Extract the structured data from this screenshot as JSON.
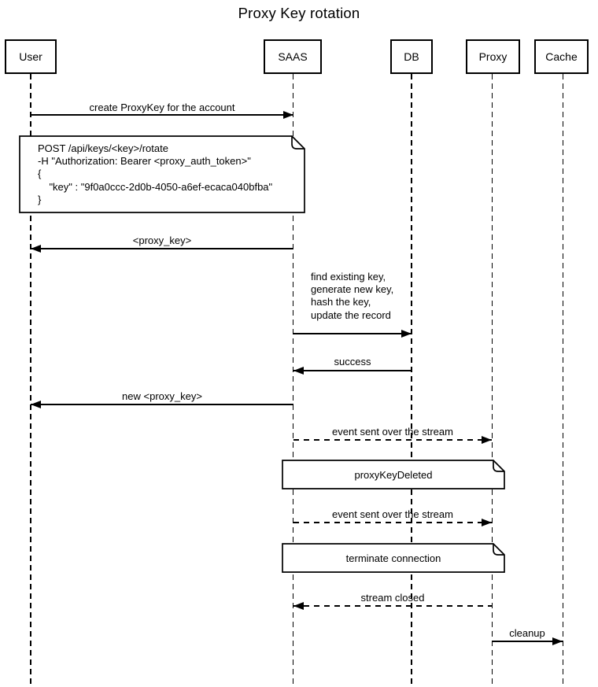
{
  "title": "Proxy Key rotation",
  "actors": {
    "user": {
      "name": "User"
    },
    "saas": {
      "name": "SAAS"
    },
    "db": {
      "name": "DB"
    },
    "proxy": {
      "name": "Proxy"
    },
    "cache": {
      "name": "Cache"
    }
  },
  "messages": {
    "create_proxykey": {
      "label": "create ProxyKey for the account",
      "from": "User",
      "to": "SAAS",
      "line": "solid"
    },
    "proxy_key_return": {
      "label": "<proxy_key>",
      "from": "SAAS",
      "to": "User",
      "line": "solid"
    },
    "db_update": {
      "label_lines": [
        "find existing key,",
        "generate new key,",
        "hash the key,",
        "update the record"
      ],
      "from": "SAAS",
      "to": "DB",
      "line": "solid"
    },
    "success": {
      "label": "success",
      "from": "DB",
      "to": "SAAS",
      "line": "solid"
    },
    "new_proxy_key": {
      "label": "new <proxy_key>",
      "from": "SAAS",
      "to": "User",
      "line": "solid"
    },
    "event_stream_1": {
      "label": "event sent over the stream",
      "from": "SAAS",
      "to": "Proxy",
      "line": "dashed"
    },
    "event_stream_2": {
      "label": "event sent over the stream",
      "from": "SAAS",
      "to": "Proxy",
      "line": "dashed"
    },
    "stream_closed": {
      "label": "stream closed",
      "from": "Proxy",
      "to": "SAAS",
      "line": "dashed"
    },
    "cleanup": {
      "label": "cleanup",
      "from": "Proxy",
      "to": "Cache",
      "line": "solid"
    }
  },
  "notes": {
    "rotate_request": {
      "over": "User,SAAS",
      "lines": [
        "POST /api/keys/<key>/rotate",
        "-H \"Authorization: Bearer <proxy_auth_token>\"",
        "{",
        "    \"key\" : \"9f0a0ccc-2d0b-4050-a6ef-ecaca040bfba\"",
        "}"
      ]
    },
    "proxy_key_deleted": {
      "over": "SAAS,Proxy",
      "text": "proxyKeyDeleted"
    },
    "terminate_connection": {
      "over": "SAAS,Proxy",
      "text": "terminate connection"
    }
  },
  "colors": {
    "line": "#000000",
    "background": "#ffffff",
    "note_fill": "#ffffff",
    "text": "#000000"
  }
}
